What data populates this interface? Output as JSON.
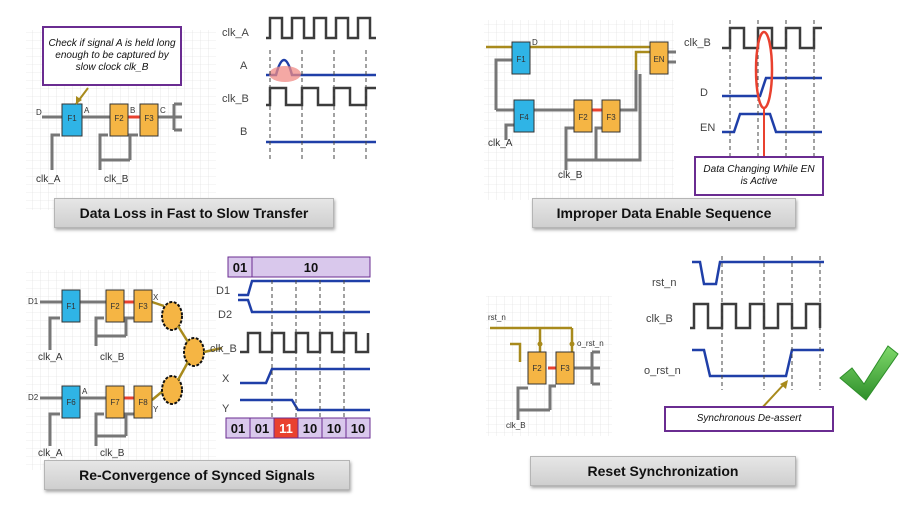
{
  "panels": {
    "p1": {
      "caption": "Data Loss in Fast to Slow Transfer",
      "callout": "Check if signal A is held long enough to be captured by slow clock clk_B",
      "input_label": "D",
      "flops": [
        "F1",
        "F2",
        "F3"
      ],
      "pins": [
        "A",
        "B",
        "C"
      ],
      "clock_labels": [
        "clk_A",
        "clk_B"
      ],
      "waveform_labels": [
        "clk_A",
        "A",
        "clk_B",
        "B"
      ]
    },
    "p2": {
      "caption": "Improper Data Enable Sequence",
      "callout": "Data Changing While EN is Active",
      "input_label": "D",
      "flops": [
        "F1",
        "F4",
        "F2",
        "F3",
        "EN"
      ],
      "clock_labels": [
        "clk_A",
        "clk_B"
      ],
      "waveform_labels": [
        "clk_B",
        "D",
        "EN"
      ]
    },
    "p3": {
      "caption": "Re-Convergence of Synced Signals",
      "input_labels": [
        "D1",
        "D2"
      ],
      "flops_top": [
        "F1",
        "F2",
        "F3"
      ],
      "flops_bottom": [
        "F6",
        "F7",
        "F8"
      ],
      "pins": [
        "X",
        "A",
        "Y"
      ],
      "clock_labels": [
        "clk_A",
        "clk_B",
        "clk_A",
        "clk_B"
      ],
      "waveform_labels": [
        "D1",
        "D2",
        "clk_B",
        "X",
        "Y"
      ],
      "top_bus": [
        "01",
        "10"
      ],
      "bottom_bus": [
        "01",
        "01",
        "11",
        "10",
        "10",
        "10"
      ]
    },
    "p4": {
      "caption": "Reset Synchronization",
      "callout": "Synchronous De-assert",
      "flops": [
        "F2",
        "F3"
      ],
      "labels": [
        "rst_n",
        "o_rst_n",
        "clk_B"
      ],
      "waveform_labels": [
        "rst_n",
        "clk_B",
        "o_rst_n"
      ]
    }
  },
  "colors": {
    "wave": "#1f3fa8",
    "clock": "#3c3c3c",
    "flop_blue": "#2fb4e6",
    "flop_orange": "#f5b544",
    "gold_wire": "#a88a1c",
    "callout_border": "#6a2c91",
    "bus_fill": "#d9c8ec",
    "bus_highlight": "#e9412f",
    "check": "#3aa336"
  },
  "icons": [
    "check-mark-icon",
    "glitch-ellipse-icon",
    "cloud-logic-icon"
  ]
}
